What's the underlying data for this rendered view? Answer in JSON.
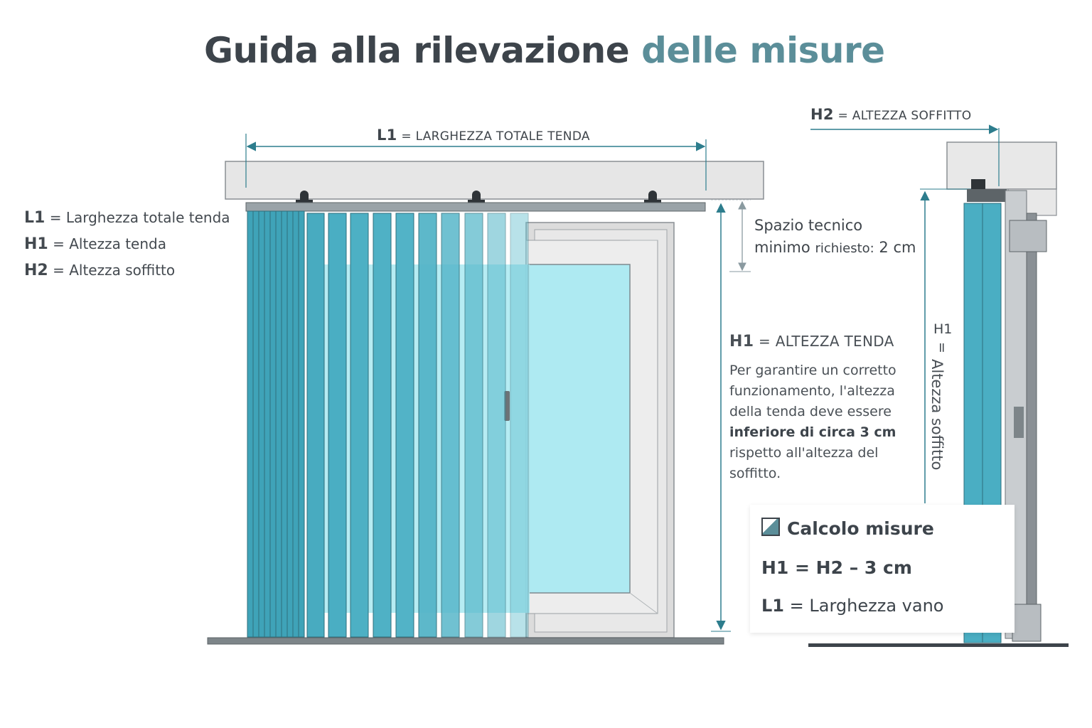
{
  "title": {
    "part1": "Guida alla rilevazione",
    "part2": "delle misure"
  },
  "legend": [
    {
      "key": "L1",
      "eq": "=",
      "text": "Larghezza totale tenda"
    },
    {
      "key": "H1",
      "eq": "=",
      "text": "Altezza tenda"
    },
    {
      "key": "H2",
      "eq": "=",
      "text": "Altezza soffitto"
    }
  ],
  "l1_dimension": {
    "key": "L1",
    "eq": "=",
    "text": "LARGHEZZA TOTALE TENDA"
  },
  "h2_dimension": {
    "key": "H2",
    "eq": "=",
    "text": "ALTEZZA SOFFITTO"
  },
  "spazio": {
    "line1": "Spazio tecnico",
    "line2_bold": "minimo",
    "line2_rest": "richiesto:",
    "line2_value": "2 cm"
  },
  "h1_block": {
    "key": "H1",
    "eq": "=",
    "text": "ALTEZZA TENDA",
    "desc1": "Per garantire un corretto funzionamento, l'altezza della tenda deve essere",
    "desc_bold": "inferiore di circa 3 cm",
    "desc2": "rispetto all'altezza del soffitto."
  },
  "side_label": {
    "key": "H1",
    "eq": "=",
    "text": "Altezza soffitto"
  },
  "card": {
    "title": "Calcolo misure",
    "formula1": "H1 = H2 – 3 cm",
    "formula2_key": "L1",
    "formula2_eq": "=",
    "formula2_text": "Larghezza vano"
  },
  "colors": {
    "accent": "#5b8e99",
    "slat": "#4fb0c4",
    "glass": "#aeeaf2",
    "frame": "#d8d8d8",
    "arrow": "#2d7d8d"
  }
}
